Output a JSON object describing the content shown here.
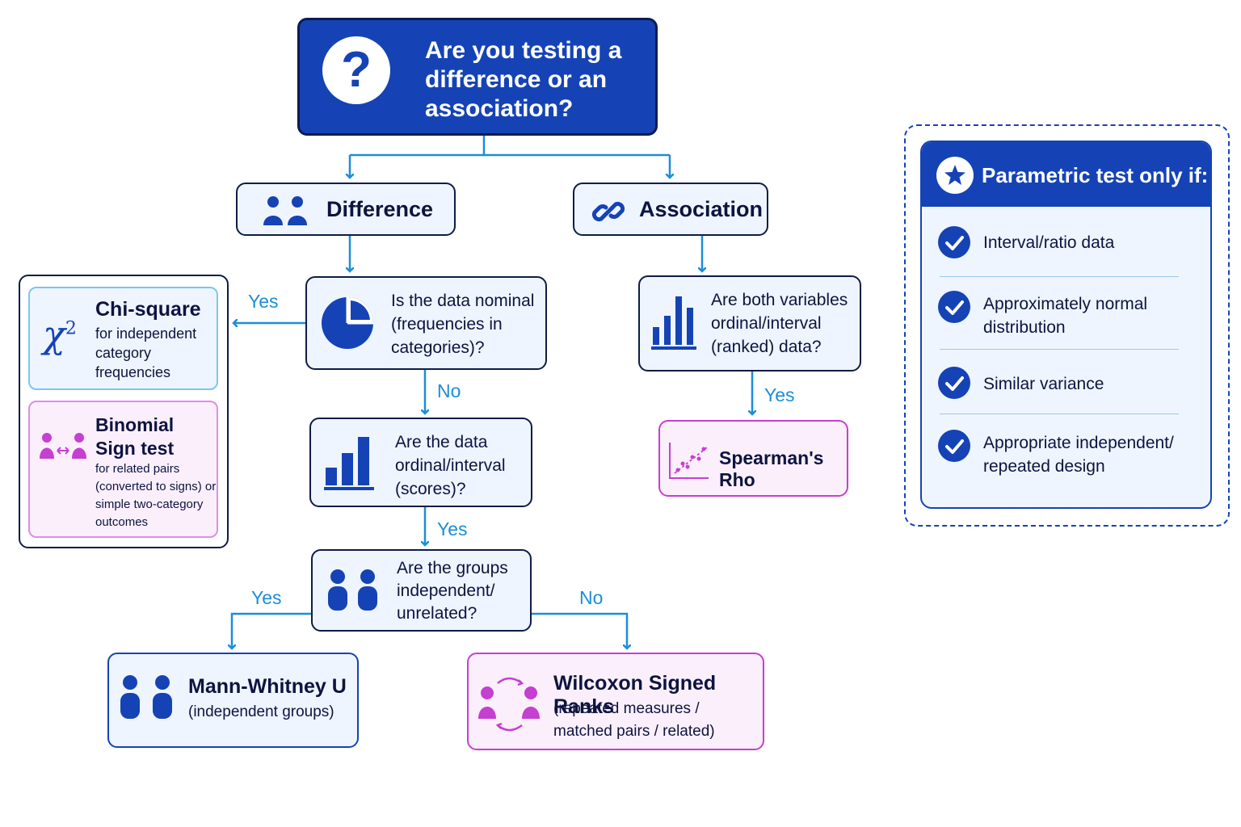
{
  "root": {
    "question": "Are you testing a difference or an association?",
    "icon": "question-icon"
  },
  "branches": {
    "difference": {
      "label": "Difference",
      "icon": "people-icon"
    },
    "association": {
      "label": "Association",
      "icon": "link-icon"
    }
  },
  "questions": {
    "nominal": "Is the data nominal (frequencies in categories)?",
    "ordinal_scores": "Are the data ordinal/interval (scores)?",
    "groups_independent": "Are the groups independent/ unrelated?",
    "both_ordinal": "Are both variables ordinal/interval (ranked) data?"
  },
  "edge_labels": {
    "nominal_yes": "Yes",
    "nominal_no": "No",
    "ordinal_yes": "Yes",
    "groups_yes": "Yes",
    "groups_no": "No",
    "assoc_yes": "Yes"
  },
  "tests": {
    "chi_square": {
      "symbol": "χ",
      "exponent": "2",
      "title": "Chi-square",
      "description": "for independent category frequencies"
    },
    "binomial_sign": {
      "title": "Binomial Sign test",
      "description": "for related pairs (converted to signs) or simple two-category outcomes"
    },
    "mann_whitney": {
      "title": "Mann-Whitney U",
      "description": "(independent groups)"
    },
    "wilcoxon": {
      "title": "Wilcoxon Signed Ranks",
      "description": "(repeated measures / matched pairs / related)"
    },
    "spearman": {
      "title": "Spearman's Rho"
    }
  },
  "parametric": {
    "title": "Parametric test only if:",
    "conditions": [
      "Interval/ratio data",
      "Approximately normal distribution",
      "Similar variance",
      "Appropriate independent/ repeated design"
    ]
  },
  "colors": {
    "primary": "#1543b6",
    "dark": "#0f1c45",
    "light_blue_fill": "#eef5fe",
    "accent_blue": "#1a8ed8",
    "magenta": "#c53fd0",
    "pink_fill": "#fbeffc"
  }
}
